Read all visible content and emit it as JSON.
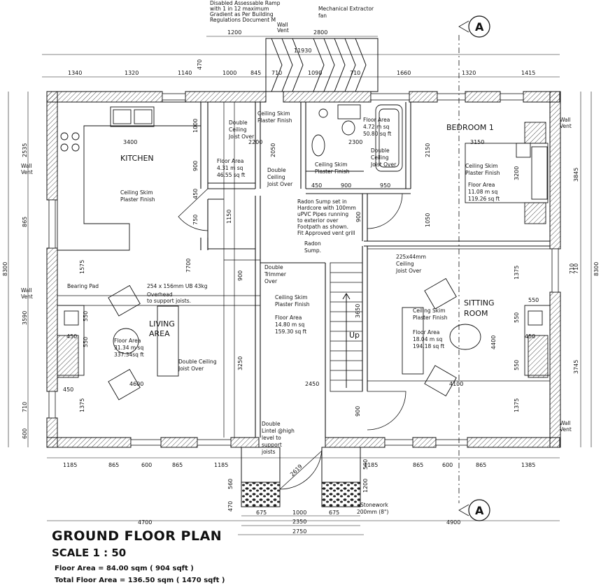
{
  "title": "GROUND FLOOR PLAN",
  "scale": "SCALE 1 : 50",
  "floor_area": "Floor Area = 84.00 sqm ( 904 sqft )",
  "total_floor_area": "Total Floor Area = 136.50 sqm ( 1470 sqft )",
  "section_marker": "A",
  "rooms": {
    "kitchen": "KITCHEN",
    "living": [
      "LIVING",
      "AREA"
    ],
    "bedroom": "BEDROOM 1",
    "sitting": [
      "SITTING",
      "ROOM"
    ]
  },
  "notes": {
    "ramp": [
      "Disabled Assessable Ramp",
      "with 1 in 12 maximum",
      "Gradient as Per Building",
      "Regulations Document M"
    ],
    "extractor": [
      "Mechanical Extractor",
      "fan"
    ],
    "wall_vent": [
      "Wall",
      "Vent"
    ],
    "kitchen_ceiling": [
      "Ceiling Skim",
      "Plaster Finish"
    ],
    "hall_double": [
      "Double",
      "Ceiling",
      "Joist Over"
    ],
    "hall_skim": [
      "Ceiling Skim",
      "Plaster Finish"
    ],
    "hall_area": [
      "Floor Area",
      "4.31 m sq",
      "46.55 sq ft"
    ],
    "hall_double2": [
      "Double",
      "Ceiling",
      "Joist Over"
    ],
    "bath_skim": [
      "Ceiling Skim",
      "Plaster Finish"
    ],
    "bath_area": [
      "Floor Area",
      "4.72 m sq",
      "50.80 sq ft"
    ],
    "bath_double": [
      "Double",
      "Ceiling",
      "Joist Over"
    ],
    "bed_skim": [
      "Ceiling Skim",
      "Plaster Finish"
    ],
    "bed_area": [
      "Floor Area",
      "11.08 m sq",
      "119.26 sq ft"
    ],
    "radon": [
      "Radon Sump set in",
      "Hardcore with 100mm",
      "uPVC Pipes running",
      "to exterior over",
      "Footpath as shown.",
      "Fit Approved vent grill"
    ],
    "radon_sump": [
      "Radon",
      "Sump."
    ],
    "bearing": "Bearing Pad",
    "beam": [
      "254 x 156mm UB 43kg",
      "Overhead",
      "to support joists."
    ],
    "trimmer": [
      "Double",
      "Trimmer",
      "Over"
    ],
    "stair_skim": [
      "Ceiling Skim",
      "Plaster Finish"
    ],
    "stair_area": [
      "Floor Area",
      "14.80 m sq",
      "159.30 sq ft"
    ],
    "up": "Up",
    "joist_225": [
      "225x44mm",
      "Ceiling",
      "Joist Over"
    ],
    "sitting_skim": [
      "Ceiling Skim",
      "Plaster Finish"
    ],
    "sitting_area": [
      "Floor Area",
      "18.04 m sq",
      "194.18 sq ft"
    ],
    "living_area": [
      "Floor Area",
      "31.34 m sq",
      "337.34sq ft"
    ],
    "living_double": [
      "Double Ceiling",
      "Joist Over"
    ],
    "lintel": [
      "Double",
      "Lintel @high",
      "level to",
      "support",
      "joists"
    ],
    "stonework": [
      "Stonework",
      "200mm (8\")"
    ]
  },
  "dims": {
    "top1": [
      "1200",
      "2800"
    ],
    "top_overall": "11930",
    "top2": [
      "1340",
      "1320",
      "1140",
      "1000",
      "845",
      "710",
      "1090",
      "710",
      "1660",
      "1320",
      "1415"
    ],
    "left": [
      "2535",
      "865",
      "3590",
      "710",
      "600"
    ],
    "left_overall": "8300",
    "right": [
      "3845",
      "710",
      "3745"
    ],
    "right_overall": "8300",
    "bottom1": [
      "1185",
      "865",
      "600",
      "865",
      "1185",
      "1185",
      "865",
      "600",
      "865",
      "1385"
    ],
    "bottom2": [
      "4700",
      "4900"
    ],
    "bottom_mid": [
      "675",
      "1000",
      "675"
    ],
    "bottom_2350": "2350",
    "bottom_2750": "2750",
    "door_2619": "2619",
    "internal": [
      "3400",
      "2200",
      "2300",
      "3150",
      "1000",
      "900",
      "450",
      "750",
      "2050",
      "450",
      "900",
      "950",
      "2150",
      "3200",
      "1050",
      "900",
      "1150",
      "1575",
      "7700",
      "900",
      "1375",
      "550",
      "710",
      "550",
      "450",
      "550",
      "450",
      "4600",
      "3250",
      "2450",
      "3650",
      "900",
      "4400",
      "4100",
      "550",
      "1375",
      "1375",
      "450",
      "550",
      "560",
      "470",
      "560",
      "470",
      "1200"
    ]
  }
}
